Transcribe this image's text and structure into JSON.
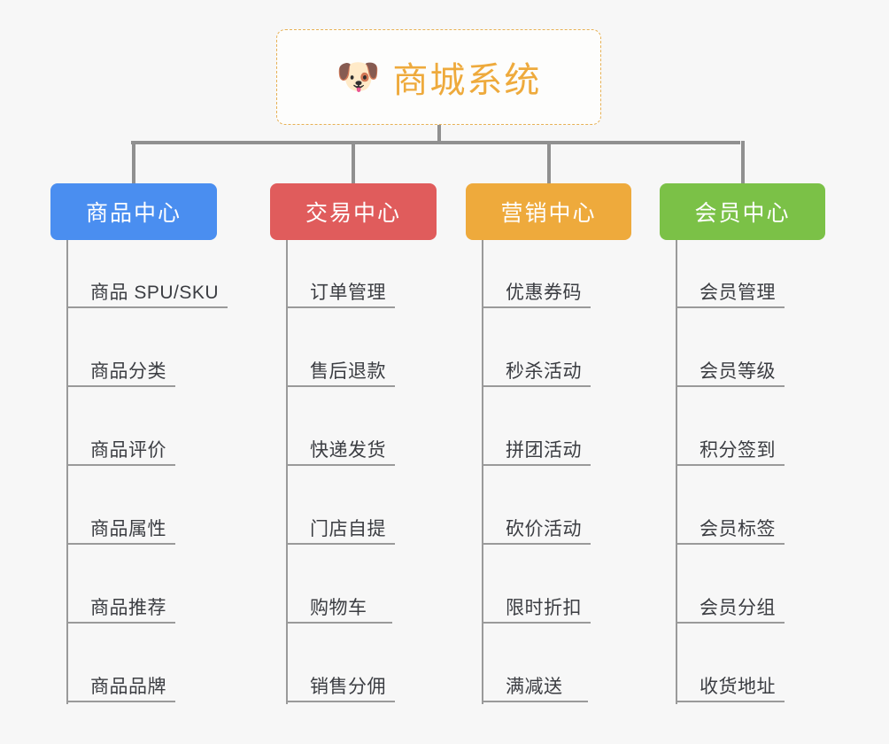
{
  "background_color": "#f7f7f7",
  "root": {
    "icon": "shiba-dog-face-emoji",
    "emoji": "🐶",
    "title": "商城系统",
    "text_color": "#eeaa3c",
    "border_color": "#e7b155"
  },
  "connector_color": "#909090",
  "columns": [
    {
      "title": "商品中心",
      "color": "#4a8ef0",
      "items": [
        "商品 SPU/SKU",
        "商品分类",
        "商品评价",
        "商品属性",
        "商品推荐",
        "商品品牌"
      ]
    },
    {
      "title": "交易中心",
      "color": "#e05c5c",
      "items": [
        "订单管理",
        "售后退款",
        "快递发货",
        "门店自提",
        "购物车",
        "销售分佣"
      ]
    },
    {
      "title": "营销中心",
      "color": "#eeaa3c",
      "items": [
        "优惠券码",
        "秒杀活动",
        "拼团活动",
        "砍价活动",
        "限时折扣",
        "满减送"
      ]
    },
    {
      "title": "会员中心",
      "color": "#7bc147",
      "items": [
        "会员管理",
        "会员等级",
        "积分签到",
        "会员标签",
        "会员分组",
        "收货地址"
      ]
    }
  ]
}
